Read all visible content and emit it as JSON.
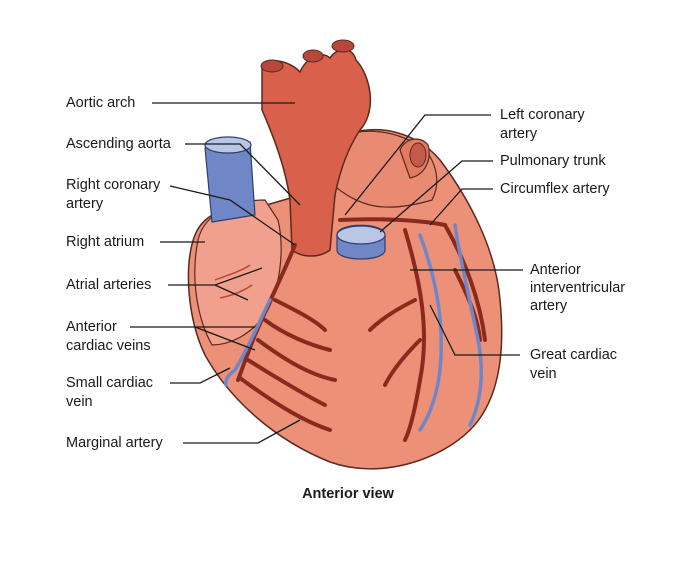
{
  "caption": "Anterior view",
  "labels": {
    "aortic_arch": "Aortic arch",
    "ascending_aorta": "Ascending aorta",
    "right_coronary_artery_1": "Right coronary",
    "right_coronary_artery_2": "artery",
    "right_atrium": "Right atrium",
    "atrial_arteries": "Atrial arteries",
    "anterior_cardiac_veins_1": "Anterior",
    "anterior_cardiac_veins_2": "cardiac veins",
    "small_cardiac_vein_1": "Small cardiac",
    "small_cardiac_vein_2": "vein",
    "marginal_artery": "Marginal artery",
    "left_coronary_artery_1": "Left coronary",
    "left_coronary_artery_2": "artery",
    "pulmonary_trunk": "Pulmonary trunk",
    "circumflex_artery": "Circumflex artery",
    "anterior_interventricular_artery_1": "Anterior",
    "anterior_interventricular_artery_2": "interventricular",
    "anterior_interventricular_artery_3": "artery",
    "great_cardiac_vein_1": "Great cardiac",
    "great_cardiac_vein_2": "vein"
  },
  "colors": {
    "heart_body": "#ec9078",
    "heart_outline": "#5a2a20",
    "aorta": "#d9604a",
    "pulmonary": "#e07b62",
    "vein_blue": "#6f87c6",
    "vein_blue_light": "#b9c6e6",
    "artery_dark": "#8a2a1e"
  }
}
